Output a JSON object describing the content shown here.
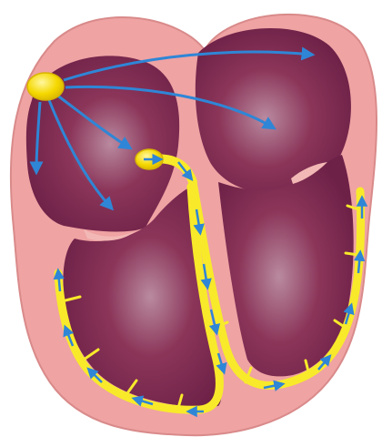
{
  "figure": {
    "subject": "heart-conduction-system",
    "labels": []
  },
  "colors": {
    "background": "#ffffff",
    "tissue": "#efa3a3",
    "tissue_edge": "#d98a8a",
    "chamber_dark": "#6e2147",
    "chamber_mid": "#8b3559",
    "chamber_light": "#b98aa0",
    "conduction_yellow": "#f8ea2a",
    "node_yellow": "#f5d800",
    "arrow_blue": "#2f86d6",
    "valve_flap": "#f2b8b5"
  },
  "structures": [
    "sinoatrial-node",
    "atrioventricular-node",
    "bundle-of-his",
    "left-bundle-branch",
    "right-bundle-branch",
    "purkinje-fibers",
    "right-atrium",
    "left-atrium",
    "right-ventricle",
    "left-ventricle"
  ]
}
